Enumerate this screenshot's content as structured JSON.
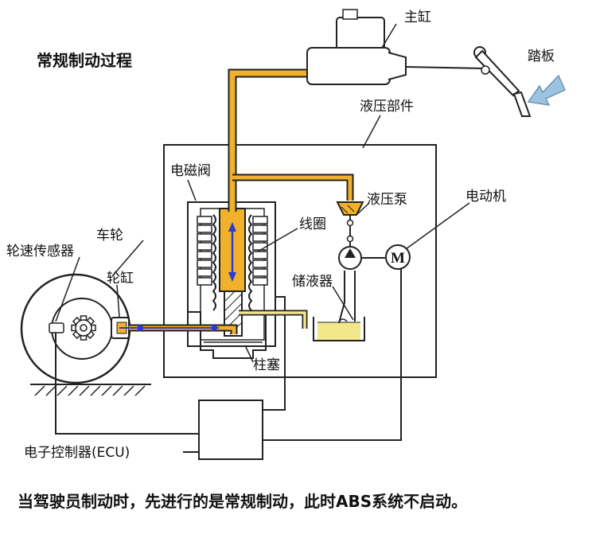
{
  "title": "常规制动过程",
  "labels": {
    "master_cylinder": "主缸",
    "pedal": "踏板",
    "hydraulic_unit": "液压部件",
    "solenoid_valve": "电磁阀",
    "hydraulic_pump": "液压泵",
    "motor": "电动机",
    "motor_symbol": "M",
    "coil": "线圈",
    "reservoir": "储液器",
    "wheel": "车轮",
    "wheel_speed_sensor": "轮速传感器",
    "wheel_cylinder": "轮缸",
    "plunger": "柱塞",
    "ecu": "电子控制器(ECU)"
  },
  "caption": "当驾驶员制动时，先进行的是常规制动，此时ABS系统不启动。",
  "colors": {
    "hydraulic_line": "#f2b12b",
    "reservoir_fluid": "#f3e78c",
    "pedal_arrow": "#9cc3df",
    "flow_arrow": "#2a3bd6"
  }
}
